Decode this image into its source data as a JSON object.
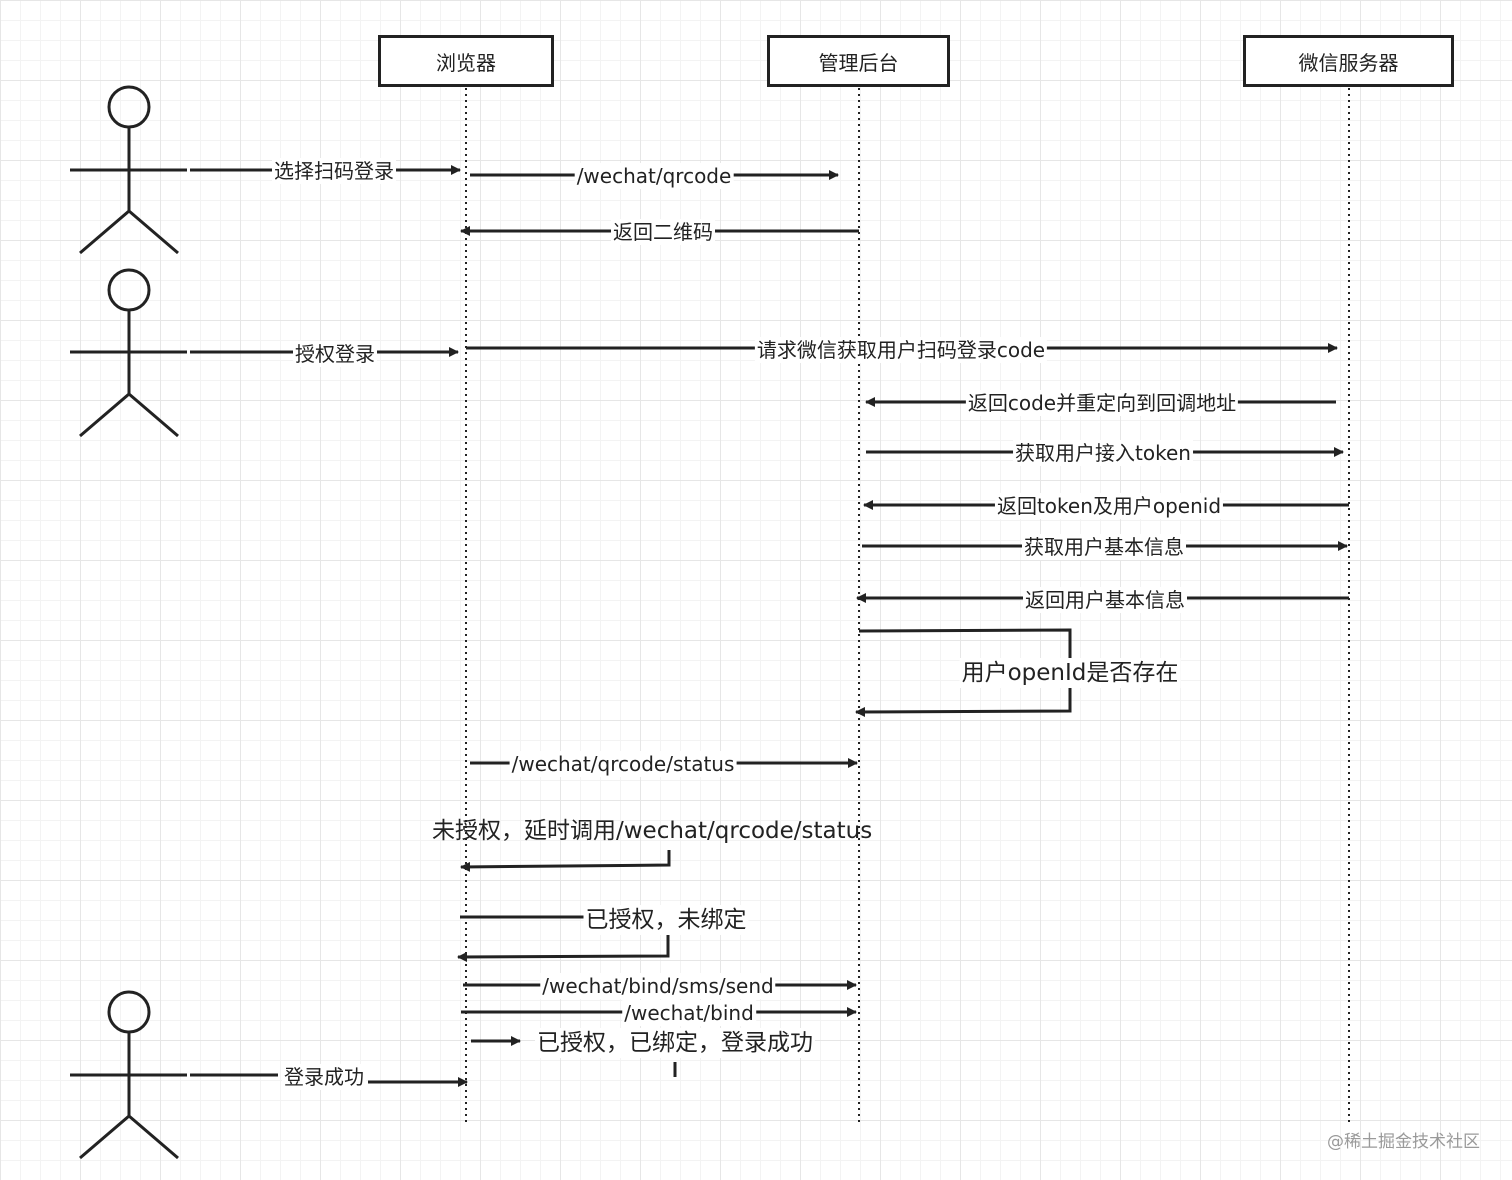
{
  "participants": [
    {
      "id": "browser",
      "label": "浏览器"
    },
    {
      "id": "admin",
      "label": "管理后台"
    },
    {
      "id": "wechat",
      "label": "微信服务器"
    }
  ],
  "messages": [
    {
      "id": "m1",
      "text": "选择扫码登录"
    },
    {
      "id": "m2",
      "text": "/wechat/qrcode"
    },
    {
      "id": "m3",
      "text": "返回二维码"
    },
    {
      "id": "m4",
      "text": "授权登录"
    },
    {
      "id": "m5",
      "text": "请求微信获取用户扫码登录code"
    },
    {
      "id": "m6",
      "text": "返回code并重定向到回调地址"
    },
    {
      "id": "m7",
      "text": "获取用户接入token"
    },
    {
      "id": "m8",
      "text": "返回token及用户openid"
    },
    {
      "id": "m9",
      "text": "获取用户基本信息"
    },
    {
      "id": "m10",
      "text": "返回用户基本信息"
    },
    {
      "id": "m11",
      "text": "用户openId是否存在"
    },
    {
      "id": "m12",
      "text": "/wechat/qrcode/status"
    },
    {
      "id": "m13",
      "text": "未授权，延时调用/wechat/qrcode/status"
    },
    {
      "id": "m14",
      "text": "已授权，未绑定"
    },
    {
      "id": "m15",
      "text": "/wechat/bind/sms/send"
    },
    {
      "id": "m16",
      "text": "/wechat/bind"
    },
    {
      "id": "m17",
      "text": "已授权，已绑定，登录成功"
    },
    {
      "id": "m18",
      "text": "登录成功"
    }
  ],
  "watermark": "@稀土掘金技术社区",
  "colors": {
    "line": "#222222",
    "grid": "#e6e6e6",
    "background": "#ffffff"
  }
}
